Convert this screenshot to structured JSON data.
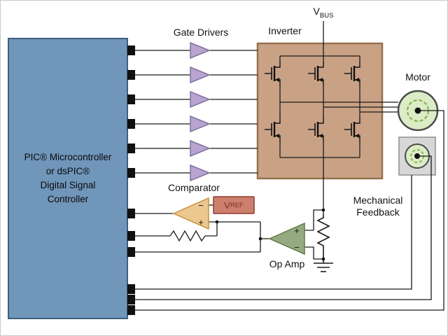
{
  "mcu": {
    "lines": [
      "PIC® Microcontroller",
      "or dsPIC®",
      "Digital Signal",
      "Controller"
    ]
  },
  "labels": {
    "gate_drivers": "Gate Drivers",
    "inverter": "Inverter",
    "motor": "Motor",
    "comparator": "Comparator",
    "op_amp": "Op Amp",
    "mechanical_1": "Mechanical",
    "mechanical_2": "Feedback"
  },
  "signals": {
    "vbus": {
      "base": "V",
      "sub": "BUS"
    },
    "vref": {
      "base": "V",
      "sub": "REF"
    },
    "plus": "+",
    "minus": "−"
  },
  "colors": {
    "mcu_block": "#7096ba",
    "inverter_box": "#c9a286",
    "gate_driver": "#b7a5cf",
    "comparator": "#ecc88e",
    "op_amp": "#95aa80",
    "vref_box": "#cd7f6e",
    "motor": "#dcecc6",
    "sensor_box": "#d7d7d7"
  },
  "counts": {
    "gate_driver_channels": 6,
    "inverter_switches": 6,
    "feedback_lines": 3
  }
}
